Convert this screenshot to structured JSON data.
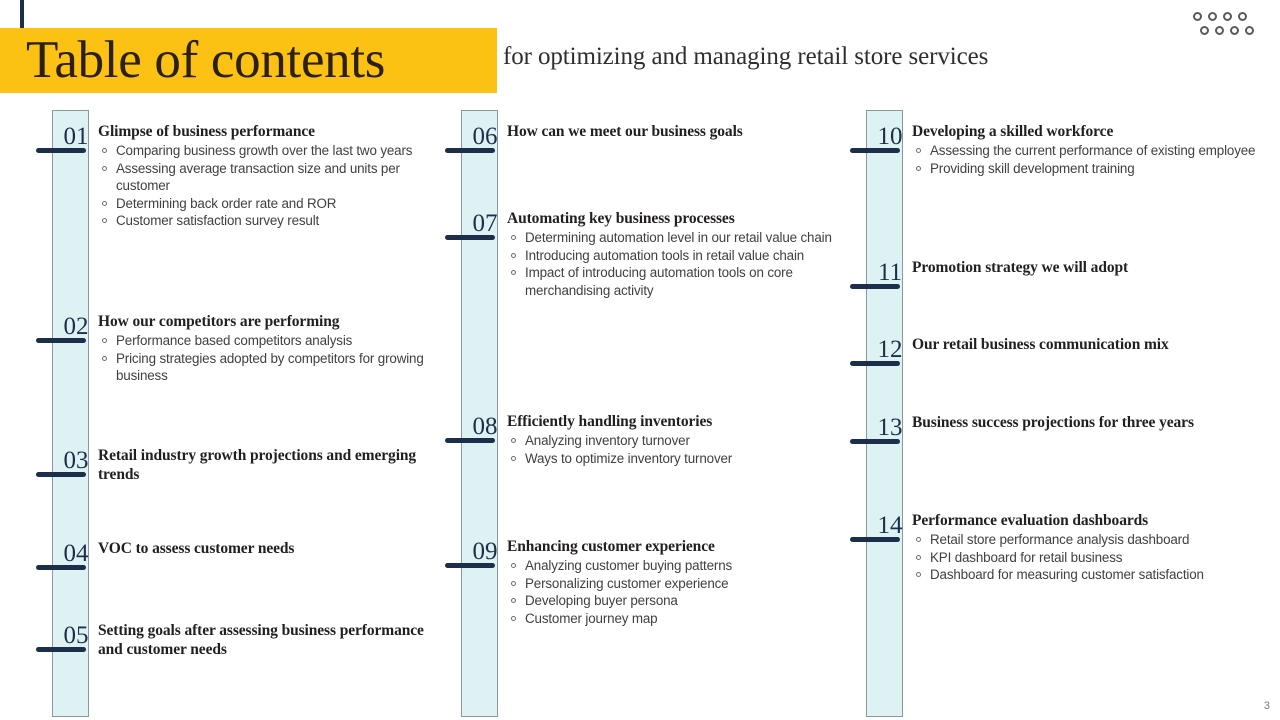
{
  "header": {
    "title": "Table of contents",
    "subtitle": "for optimizing and managing retail store services",
    "banner_color": "#fbc214",
    "accent_color": "#1b2f4b",
    "bar_color": "#dff2f3"
  },
  "decoration": {
    "name": "circles-decoration",
    "rows": [
      4,
      4
    ],
    "dot_color": "#5a5a5a"
  },
  "columns": [
    {
      "entries": [
        {
          "number": "01",
          "title": "Glimpse of business performance",
          "bullets": [
            "Comparing business growth over the last two years",
            "Assessing average transaction size and units per customer",
            "Determining back order rate and ROR",
            "Customer satisfaction survey result"
          ]
        },
        {
          "number": "02",
          "title": "How our competitors are performing",
          "bullets": [
            "Performance based competitors analysis",
            "Pricing strategies adopted by competitors for growing business"
          ]
        },
        {
          "number": "03",
          "title": "Retail industry growth projections and emerging trends",
          "bullets": []
        },
        {
          "number": "04",
          "title": "VOC to assess customer needs",
          "bullets": []
        },
        {
          "number": "05",
          "title": "Setting goals after assessing business performance and customer needs",
          "bullets": []
        }
      ]
    },
    {
      "entries": [
        {
          "number": "06",
          "title": "How can we meet our business goals",
          "bullets": []
        },
        {
          "number": "07",
          "title": "Automating key business processes",
          "bullets": [
            "Determining automation level in our retail value chain",
            "Introducing automation tools in retail value chain",
            "Impact of introducing automation tools on core merchandising activity"
          ]
        },
        {
          "number": "08",
          "title": "Efficiently handling inventories",
          "bullets": [
            "Analyzing inventory turnover",
            "Ways to optimize inventory turnover"
          ]
        },
        {
          "number": "09",
          "title": "Enhancing customer experience",
          "bullets": [
            "Analyzing customer buying patterns",
            "Personalizing customer experience",
            "Developing buyer persona",
            "Customer journey map"
          ]
        }
      ]
    },
    {
      "entries": [
        {
          "number": "10",
          "title": "Developing a skilled workforce",
          "bullets": [
            "Assessing the current performance of existing employee",
            "Providing skill development training"
          ]
        },
        {
          "number": "11",
          "title": "Promotion strategy we will adopt",
          "bullets": []
        },
        {
          "number": "12",
          "title": "Our retail business communication mix",
          "bullets": []
        },
        {
          "number": "13",
          "title": "Business success projections for three years",
          "bullets": []
        },
        {
          "number": "14",
          "title": "Performance evaluation dashboards",
          "bullets": [
            "Retail store performance analysis dashboard",
            "KPI dashboard for retail business",
            "Dashboard for measuring customer satisfaction"
          ]
        }
      ]
    }
  ],
  "footer": {
    "page_number": "3"
  }
}
